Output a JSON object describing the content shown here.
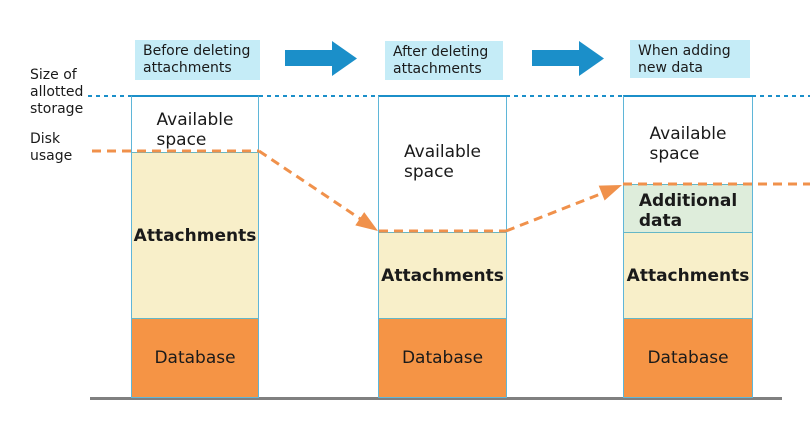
{
  "axis": {
    "allotted_label": "Size of\nallotted\nstorage",
    "disk_usage_label": "Disk\nusage"
  },
  "stages": [
    {
      "label": "Before deleting\nattachments"
    },
    {
      "label": "After deleting\nattachments"
    },
    {
      "label": "When adding\nnew data"
    }
  ],
  "columns": [
    {
      "sections": {
        "available": "Available\nspace",
        "attachments": "Attachments",
        "database": "Database"
      }
    },
    {
      "sections": {
        "available": "Available\nspace",
        "attachments": "Attachments",
        "database": "Database"
      }
    },
    {
      "sections": {
        "available": "Available\nspace",
        "additional": "Additional\ndata",
        "attachments": "Attachments",
        "database": "Database"
      }
    }
  ],
  "colors": {
    "accent_blue": "#1B8FC9",
    "light_blue_border": "#5FB6D8",
    "divider_blue": "#66B7C6",
    "label_bg": "#C5ECF7",
    "orange_line": "#F0914B",
    "attachments_fill": "#F8EFC9",
    "database_fill": "#F59445",
    "additional_fill": "#DEEDDB",
    "baseline_gray": "#808080",
    "text_color": "#1A1A1A"
  }
}
